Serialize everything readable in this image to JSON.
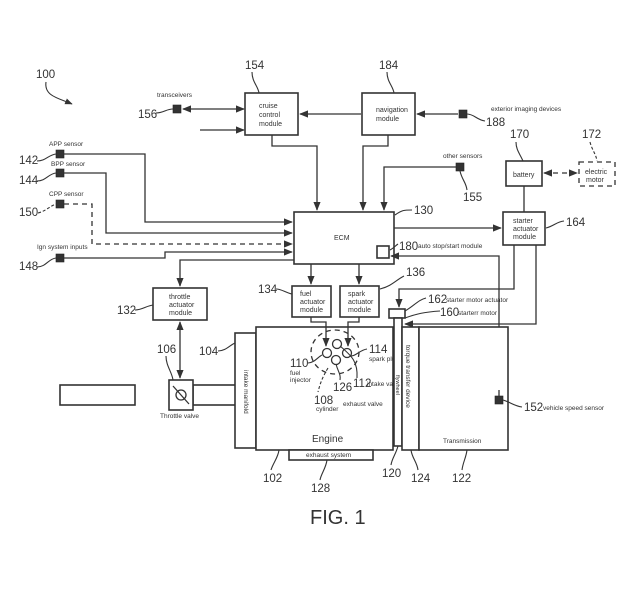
{
  "figure": {
    "caption": "FIG. 1",
    "system_ref": "100"
  },
  "modules": {
    "cruise": {
      "ref": "154",
      "lines": [
        "cruise",
        "control",
        "module"
      ]
    },
    "navigation": {
      "ref": "184",
      "lines": [
        "navigation",
        "module"
      ]
    },
    "ecm": {
      "ref": "130",
      "label": "ECM"
    },
    "auto_stop_start": {
      "ref": "180",
      "label": "auto stop/start module"
    },
    "battery": {
      "ref": "170",
      "label": "battery"
    },
    "electric_motor": {
      "ref": "172",
      "lines": [
        "electric",
        "motor"
      ]
    },
    "starter_actuator": {
      "ref": "164",
      "lines": [
        "starter",
        "actuator",
        "module"
      ]
    },
    "throttle_actuator": {
      "ref": "132",
      "lines": [
        "throttle",
        "actuator",
        "module"
      ]
    },
    "fuel_actuator": {
      "ref": "134",
      "lines": [
        "fuel",
        "actuator",
        "module"
      ]
    },
    "spark_actuator": {
      "ref": "136",
      "lines": [
        "spark",
        "actuator",
        "module"
      ]
    }
  },
  "sensors": {
    "transceivers": {
      "ref": "156",
      "label": "transceivers"
    },
    "exterior_imaging": {
      "ref": "188",
      "label": "exterior imaging devices"
    },
    "other_sensors": {
      "ref": "155",
      "label": "other sensors"
    },
    "app": {
      "ref": "142",
      "label": "APP sensor"
    },
    "bpp": {
      "ref": "144",
      "label": "BPP sensor"
    },
    "cpp": {
      "ref": "150",
      "label": "CPP sensor"
    },
    "ign": {
      "ref": "148",
      "label": "Ign system inputs"
    },
    "vehicle_speed": {
      "ref": "152",
      "label": "vehicle speed sensor"
    }
  },
  "components": {
    "engine": {
      "ref": "102",
      "label": "Engine"
    },
    "intake_manifold": {
      "ref": "104",
      "label": "intake manifold"
    },
    "throttle_valve": {
      "ref": "106",
      "label": "Throttle valve"
    },
    "cylinder": {
      "ref": "108",
      "label": "cylinder"
    },
    "fuel_injector": {
      "ref": "110",
      "lines": [
        "fuel",
        "injector"
      ]
    },
    "intake_valve": {
      "ref": "112",
      "label": "intake valve"
    },
    "spark_plug": {
      "ref": "114",
      "label": "spark plug"
    },
    "exhaust_valve": {
      "ref": "126",
      "label": "exhaust valve"
    },
    "exhaust_system": {
      "ref": "128",
      "label": "exhaust system"
    },
    "flywheel": {
      "ref": "120",
      "label": "flywheel"
    },
    "torque_transfer": {
      "ref": "124",
      "label": "torque transfer device"
    },
    "transmission": {
      "ref": "122",
      "label": "Transmission"
    },
    "starter_motor_actuator": {
      "ref": "162",
      "label": "starter motor actuator"
    },
    "starter_motor": {
      "ref": "160",
      "label": "starterr motor"
    }
  }
}
